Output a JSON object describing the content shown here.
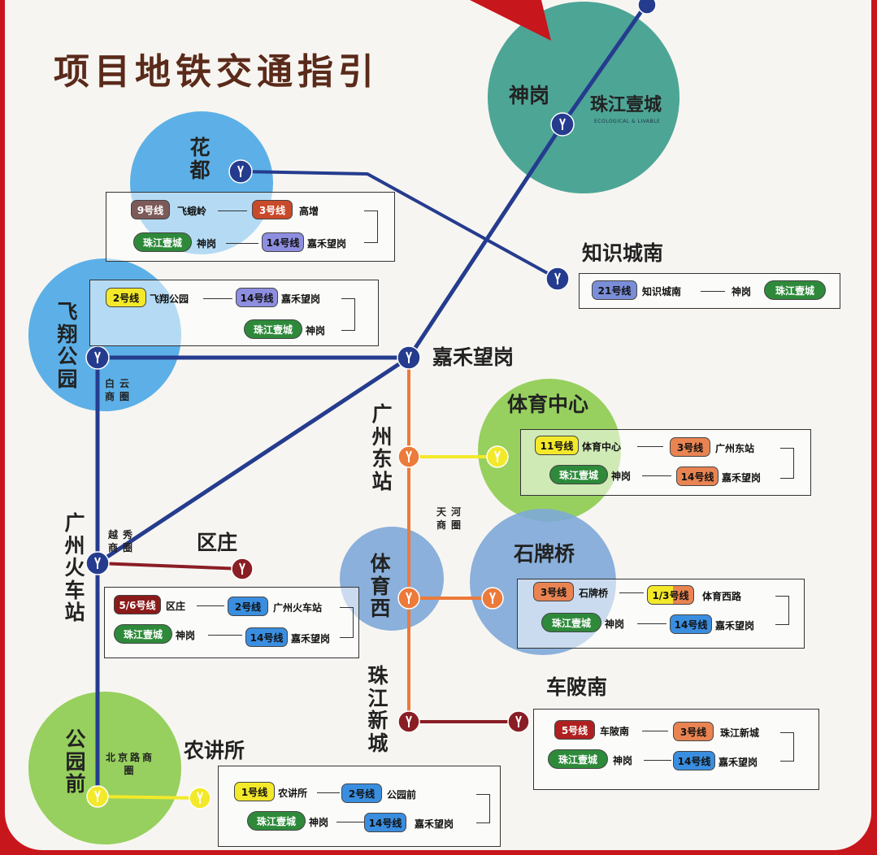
{
  "title": "项目地铁交通指引",
  "logo_text": "ECOLOGICAL & LIVABLE",
  "colors": {
    "frame": "#c8161d",
    "line_blue": "#253c8e",
    "line_orange": "#ec7a3a",
    "line_yellow": "#f3e92a",
    "line_darkred": "#8a1e25",
    "zone_blue": "#4aa8e6",
    "zone_green": "#3a9c8c",
    "zone_lightgreen": "#8ccc4e",
    "zone_lightblue": "#7da9d8",
    "zone_green2": "#6cb85a",
    "pill_line9": "#7d5a5a",
    "pill_line3": "#e98452",
    "pill_line14": "#4a86d8",
    "pill_line21": "#7a8ed8",
    "pill_line2": "#3a8ee0",
    "pill_line11": "#f3e92a",
    "pill_line1": "#f3e92a",
    "pill_line5": "#b02020",
    "pill_line56": "#8b1a1a",
    "pill_zhujiang": "#2e8a3a",
    "pill_line2_alt": "#f3e92a",
    "pill_line13": "#f3e92a"
  },
  "zones": {
    "shengang": "神岗",
    "zhujiang_yicheng": "珠江壹城",
    "huadu": "花都",
    "feixiang": "飞翔公园",
    "zhishi": "知识城南",
    "jiahe": "嘉禾望岗",
    "tiyu_zhongxin": "体育中心",
    "guangzhou_dong": "广州东站",
    "tianhe": "天河商圈",
    "baiyun": "白云商圈",
    "yuexiu": "越秀商圈",
    "huochezhan": "广州火车站",
    "quzhuang": "区庄",
    "tiyuxi": "体育西",
    "shipaiqiao": "石牌桥",
    "zhujiang_xincheng": "珠江新城",
    "chebeinan": "车陂南",
    "gongyuanqian": "公园前",
    "beijinglu": "北京路商圈",
    "nongjiangsuo": "农讲所"
  },
  "routes": {
    "huadu": {
      "l1": "9号线",
      "s1": "飞蛾岭",
      "l2": "3号线",
      "s2": "高增",
      "l3": "珠江壹城",
      "s3": "神岗",
      "l4": "14号线",
      "s4": "嘉禾望岗"
    },
    "feixiang": {
      "l1": "2号线",
      "s1": "飞翔公园",
      "l2": "14号线",
      "s2": "嘉禾望岗",
      "l3": "珠江壹城",
      "s3": "神岗"
    },
    "zhishi": {
      "l1": "21号线",
      "s1": "知识城南",
      "s2": "神岗",
      "l2": "珠江壹城"
    },
    "tiyu_zhongxin": {
      "l1": "11号线",
      "s1": "体育中心",
      "l2": "3号线",
      "s2": "广州东站",
      "l3": "珠江壹城",
      "s3": "神岗",
      "l4": "14号线",
      "s4": "嘉禾望岗"
    },
    "quzhuang": {
      "l1": "5/6号线",
      "s1": "区庄",
      "l2": "2号线",
      "s2": "广州火车站",
      "l3": "珠江壹城",
      "s3": "神岗",
      "l4": "14号线",
      "s4": "嘉禾望岗"
    },
    "shipaiqiao": {
      "l1": "3号线",
      "s1": "石牌桥",
      "l2": "1/3号线",
      "s2": "体育西路",
      "l3": "珠江壹城",
      "s3": "神岗",
      "l4": "14号线",
      "s4": "嘉禾望岗"
    },
    "chebeinan": {
      "l1": "5号线",
      "s1": "车陂南",
      "l2": "3号线",
      "s2": "珠江新城",
      "l3": "珠江壹城",
      "s3": "神岗",
      "l4": "14号线",
      "s4": "嘉禾望岗"
    },
    "nongjiangsuo": {
      "l1": "1号线",
      "s1": "农讲所",
      "l2": "2号线",
      "s2": "公园前",
      "l3": "珠江壹城",
      "s3": "神岗",
      "l4": "14号线",
      "s4": "嘉禾望岗"
    }
  }
}
